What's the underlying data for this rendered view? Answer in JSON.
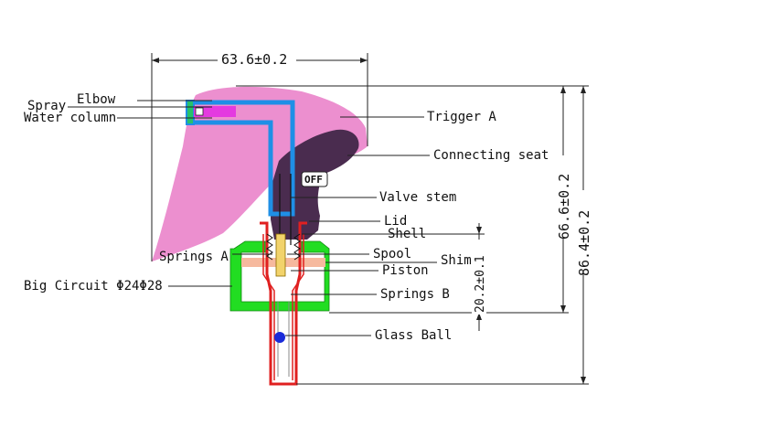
{
  "dimensions": {
    "width_top": "63.6±0.2",
    "height_right_inner": "66.6±0.2",
    "height_right_outer": "86.4±0.2",
    "height_cap": "20.2±0.1"
  },
  "labels": {
    "spray": "Spray",
    "elbow": "Elbow",
    "water_column": "Water column",
    "trigger_a": "Trigger A",
    "connecting_seat": "Connecting seat",
    "valve_stem": "Valve stem",
    "lid": "Lid",
    "shell": "Shell",
    "springs_a": "Springs A",
    "spool": "Spool",
    "shim": "Shim",
    "piston": "Piston",
    "big_circuit": "Big Circuit Φ24Φ28",
    "springs_b": "Springs B",
    "glass_ball": "Glass Ball",
    "off": "OFF"
  },
  "colors": {
    "trigger": "#ec8fcf",
    "connecting_seat": "#4a2c4f",
    "water_column": "#1f8fe6",
    "spray_nozzle": "#e43ae0",
    "elbow_tip": "#27c26a",
    "cap": "#22dd22",
    "shell": "#e02020",
    "shim": "#f6b99e",
    "glass_ball": "#1a2bd9",
    "spool": "#f2d36b"
  }
}
